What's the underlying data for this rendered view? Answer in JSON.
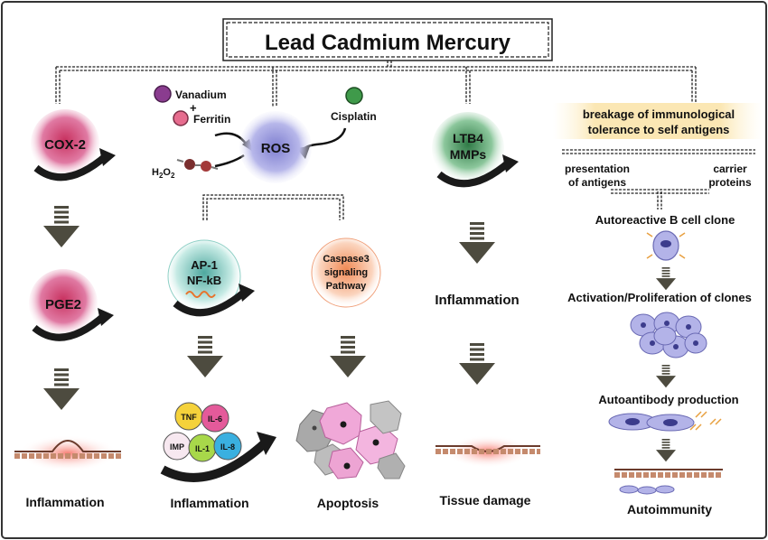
{
  "title": "Lead   Cadmium  Mercury",
  "metals": {
    "vanadium": "Vanadium",
    "plus": "+",
    "ferritin": "Ferritin",
    "cisplatin": "Cisplatin",
    "h2o2": "H",
    "h2o2_sub1": "2",
    "h2o2_o": "O",
    "h2o2_sub2": "2"
  },
  "cox": {
    "node1": "COX-2",
    "node2": "PGE2",
    "outcome": "Inflammation"
  },
  "ros": {
    "node": "ROS",
    "ap1_line1": "AP-1",
    "ap1_line2": "NF-kB",
    "caspase_line1": "Caspase3",
    "caspase_line2": "signaling",
    "caspase_line3": "Pathway",
    "cytokines": [
      "TNF",
      "IL-6",
      "IMP",
      "IL-1",
      "IL-8"
    ],
    "inflammation": "Inflammation",
    "apoptosis": "Apoptosis"
  },
  "ltb": {
    "line1": "LTB4",
    "line2": "MMPs",
    "inflammation": "Inflammation",
    "damage": "Tissue damage"
  },
  "immune": {
    "header_line1": "breakage of immunological",
    "header_line2": "tolerance to self antigens",
    "presentation_line1": "presentation",
    "presentation_line2": "of antigens",
    "carrier_line1": "carrier",
    "carrier_line2": "proteins",
    "step1": "Autoreactive B cell clone",
    "step2": "Activation/Proliferation of clones",
    "step3": "Autoantibody production",
    "outcome": "Autoimmunity"
  },
  "colors": {
    "cox": "#d94a86",
    "ros": "#8e8ed6",
    "ltb": "#3f8f5a",
    "ap1": "#5fb7ad",
    "caspase": "#f29c6b",
    "arrow": "#4d4b3f",
    "cell": "#b3b3e8"
  }
}
